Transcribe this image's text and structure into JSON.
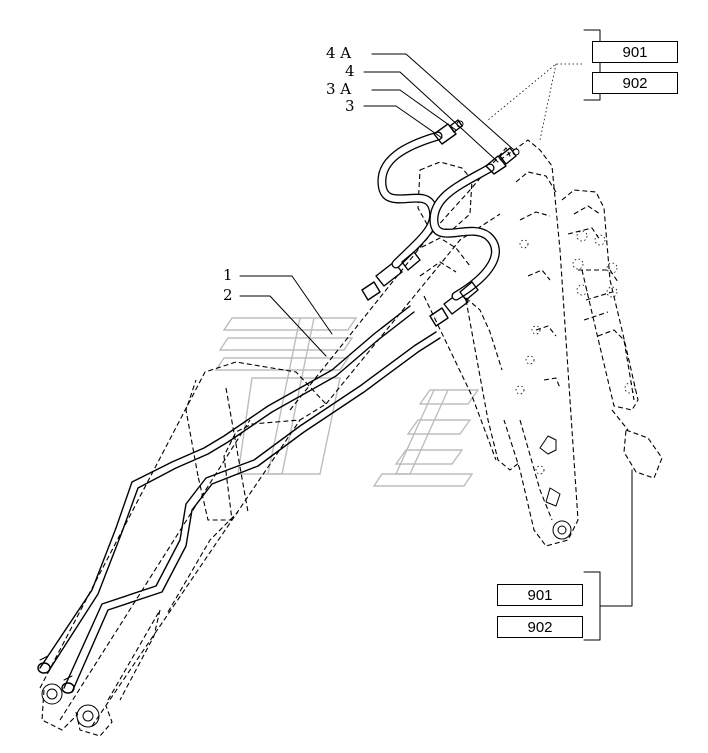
{
  "callouts": {
    "c4a": "4 A",
    "c4": "4",
    "c3a": "3 A",
    "c3": "3",
    "c1": "1",
    "c2": "2"
  },
  "references": {
    "top": [
      "901",
      "902"
    ],
    "bottom": [
      "901",
      "902"
    ]
  },
  "colors": {
    "ink": "#000000",
    "watermark": "#bdbdbd"
  }
}
